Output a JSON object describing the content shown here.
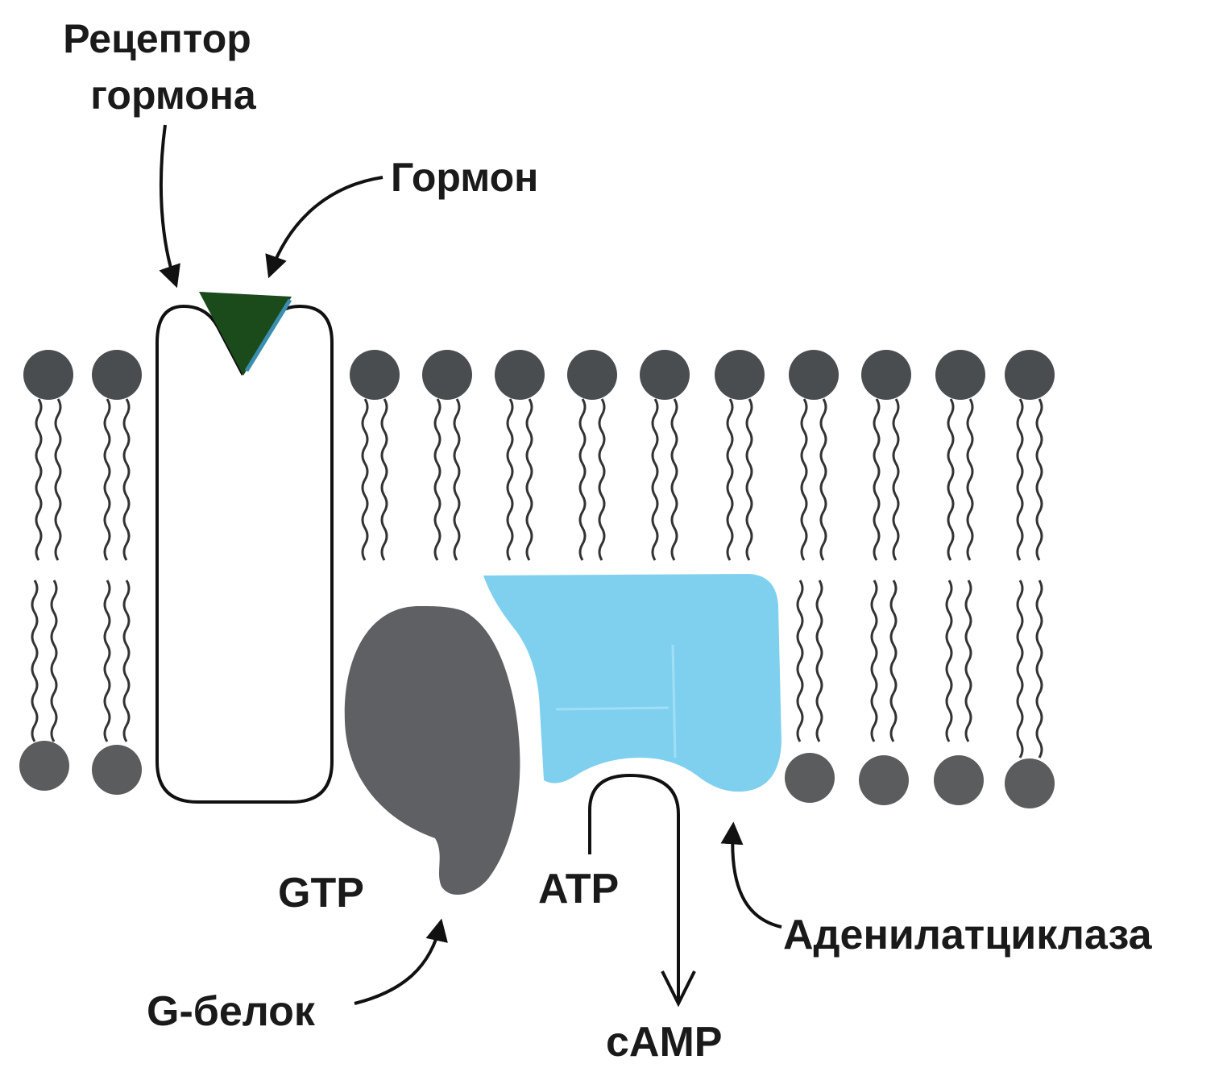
{
  "labels": {
    "receptor": [
      "Рецептор",
      "гормона"
    ],
    "hormone": "Гормон",
    "gtp": "GTP",
    "atp": "ATP",
    "camp": "cAMP",
    "adenylate_cyclase": "Аденилатциклаза",
    "g_protein": "G-белок"
  },
  "colors": {
    "lipid_head_upper": "#4a4d50",
    "lipid_head_lower": "#5a5c5e",
    "lipid_tail": "#333333",
    "receptor_fill": "#ffffff",
    "receptor_stroke": "#111111",
    "hormone": "#1b4a1b",
    "hormone_edge": "#3a8fb0",
    "g_protein": "#5e6063",
    "adenylate_cyclase": "#7fd0ef",
    "gtp_text": "#c2185b",
    "text": "#1a1a1a"
  }
}
